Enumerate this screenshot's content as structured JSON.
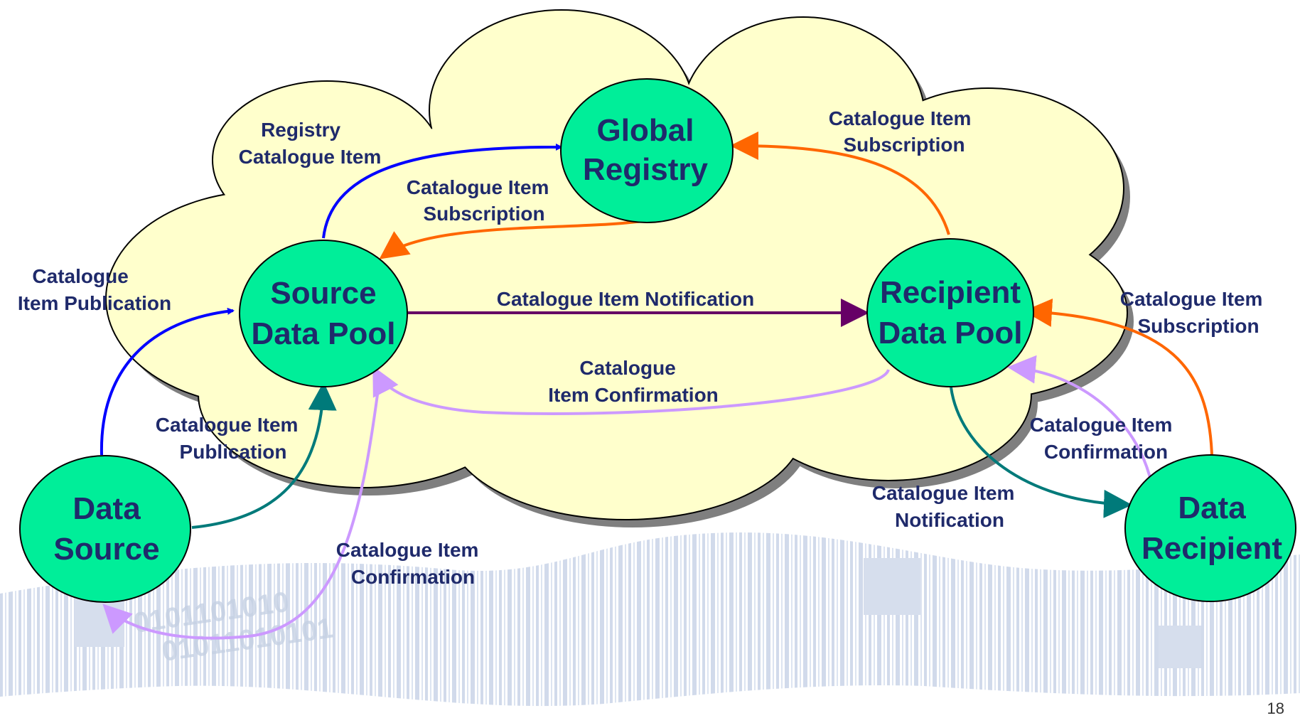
{
  "nodes": {
    "global_registry": [
      "Global",
      "Registry"
    ],
    "source_data_pool": [
      "Source",
      "Data Pool"
    ],
    "recipient_data_pool": [
      "Recipient",
      "Data Pool"
    ],
    "data_source": [
      "Data",
      "Source"
    ],
    "data_recipient": [
      "Data",
      "Recipient"
    ]
  },
  "labels": {
    "registry_catalogue_item": [
      "Registry",
      "Catalogue Item"
    ],
    "subscription_source": [
      "Catalogue Item",
      "Subscription"
    ],
    "subscription_recipient": [
      "Catalogue Item",
      "Subscription"
    ],
    "notification_pools": [
      "Catalogue Item Notification"
    ],
    "confirmation_pools": [
      "Catalogue",
      "Item Confirmation"
    ],
    "publication_left": [
      "Catalogue",
      "Item Publication"
    ],
    "publication_mid": [
      "Catalogue Item",
      "Publication"
    ],
    "confirmation_bottom": [
      "Catalogue Item",
      "Confirmation"
    ],
    "subscription_right": [
      "Catalogue Item",
      "Subscription"
    ],
    "confirmation_right": [
      "Catalogue Item",
      "Confirmation"
    ],
    "notification_bottom": [
      "Catalogue Item",
      "Notification"
    ]
  },
  "colors": {
    "cloud_fill": "#ffffcc",
    "cloud_shadow": "#7f7f7f",
    "node_fill": "#00ee99",
    "text": "#1f2a6b",
    "blue": "#0000ff",
    "orange": "#ff6600",
    "purple": "#660066",
    "lavender": "#cc99ff",
    "teal": "#007a7a",
    "barcode": "#c9d4e8"
  },
  "page_number": "18"
}
